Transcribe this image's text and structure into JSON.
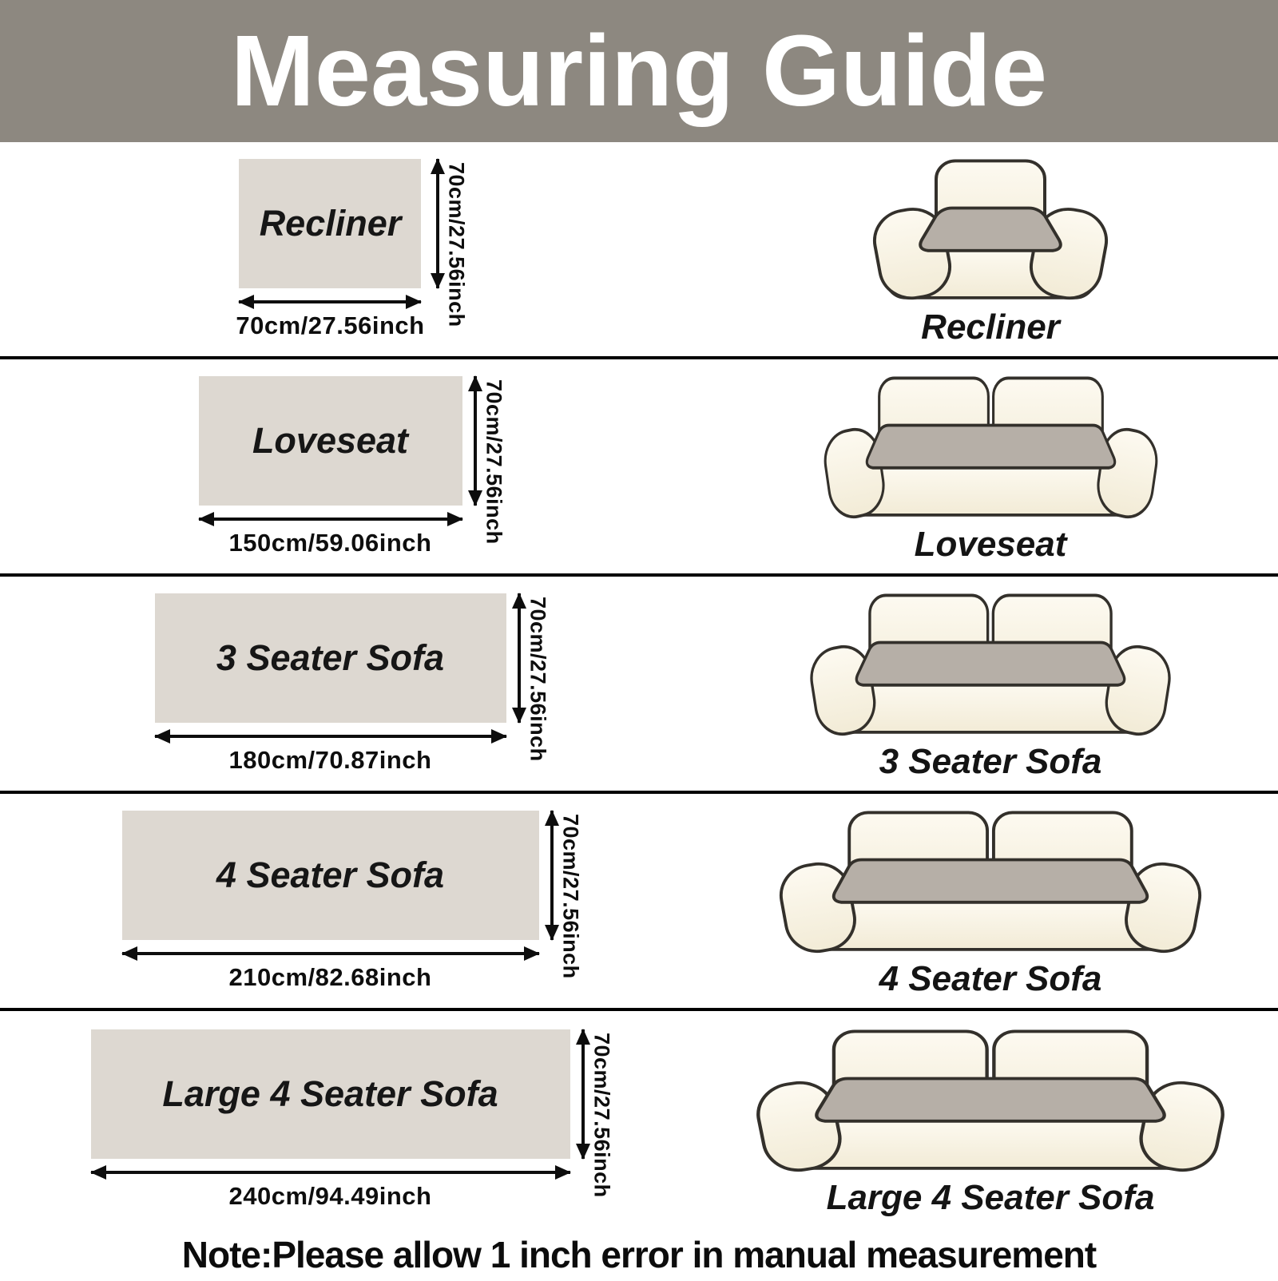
{
  "header": {
    "title": "Measuring Guide"
  },
  "rows": [
    {
      "name": "Recliner",
      "height_label": "70cm/27.56inch",
      "width_label": "70cm/27.56inch",
      "sofa_label": "Recliner",
      "illustration": "armchair-one-seat"
    },
    {
      "name": "Loveseat",
      "height_label": "70cm/27.56inch",
      "width_label": "150cm/59.06inch",
      "sofa_label": "Loveseat",
      "illustration": "sofa-two-cushion"
    },
    {
      "name": "3 Seater Sofa",
      "height_label": "70cm/27.56inch",
      "width_label": "180cm/70.87inch",
      "sofa_label": "3 Seater Sofa",
      "illustration": "sofa-two-cushion"
    },
    {
      "name": "4 Seater Sofa",
      "height_label": "70cm/27.56inch",
      "width_label": "210cm/82.68inch",
      "sofa_label": "4 Seater Sofa",
      "illustration": "sofa-two-cushion"
    },
    {
      "name": "Large 4 Seater Sofa",
      "height_label": "70cm/27.56inch",
      "width_label": "240cm/94.49inch",
      "sofa_label": "Large 4 Seater Sofa",
      "illustration": "sofa-two-cushion"
    }
  ],
  "note": "Note:Please allow 1 inch error in manual measurement",
  "colors": {
    "banner_bg": "#8d8880",
    "banner_text": "#ffffff",
    "size_rect_fill": "#ddd8d1",
    "sofa_body_fill": "#fbf7ea",
    "seat_cover_fill": "#b6afa7",
    "outline": "#33302b",
    "divider": "#000000",
    "text": "#111111"
  }
}
